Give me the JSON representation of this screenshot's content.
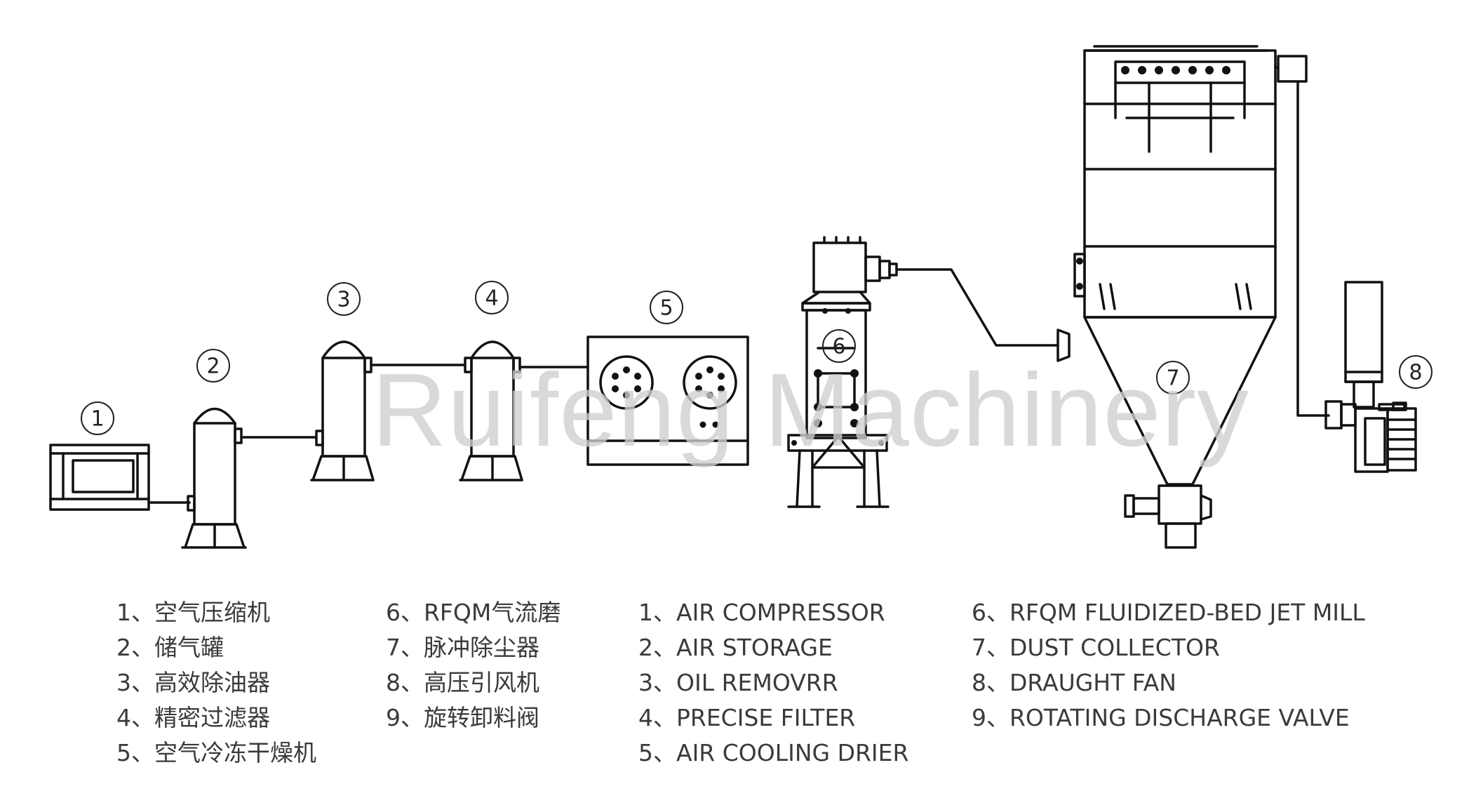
{
  "watermark": "Ruifeng Machinery",
  "callouts": [
    "1",
    "2",
    "3",
    "4",
    "5",
    "6",
    "7",
    "8"
  ],
  "legend": {
    "zh_col1": [
      "1、空气压缩机",
      "2、储气罐",
      "3、高效除油器",
      "4、精密过滤器",
      "5、空气冷冻干燥机"
    ],
    "zh_col2": [
      "6、RFQM气流磨",
      "7、脉冲除尘器",
      "8、高压引风机",
      "9、旋转卸料阀"
    ],
    "en_col1": [
      "1、AIR COMPRESSOR",
      "2、AIR STORAGE",
      "3、OIL REMOVRR",
      "4、PRECISE FILTER",
      "5、AIR COOLING DRIER"
    ],
    "en_col2": [
      "6、RFQM FLUIDIZED-BED JET MILL",
      "7、DUST COLLECTOR",
      "8、DRAUGHT FAN",
      "9、ROTATING DISCHARGE VALVE"
    ]
  },
  "colors": {
    "line": "#111111",
    "legend_text": "#3a3a3a",
    "watermark": "#cfcfcf"
  }
}
